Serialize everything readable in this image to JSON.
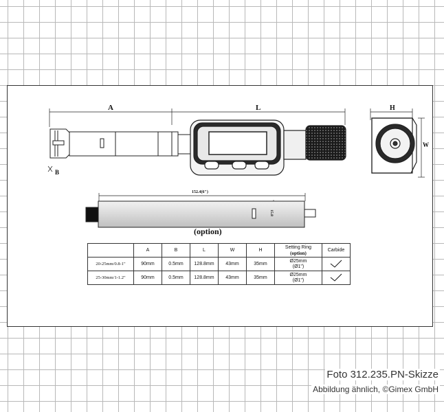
{
  "drawing": {
    "dim_a": "A",
    "dim_l": "L",
    "dim_b": "B",
    "dim_h": "H",
    "dim_w": "W",
    "option_length": "152.4(6\")",
    "option_diameter": "15.8",
    "option_label": "(option)"
  },
  "table": {
    "headers": [
      "",
      "A",
      "B",
      "L",
      "W",
      "H",
      "Setting Ring",
      "Carbide"
    ],
    "setting_ring_note": "(option)",
    "rows": [
      {
        "range": "20-25mm/0.8-1\"",
        "a": "90mm",
        "b": "0.5mm",
        "l": "128.8mm",
        "w": "43mm",
        "h": "35mm",
        "ring": "Ø25mm",
        "ring_inch": "(Ø1\")",
        "carbide": "check"
      },
      {
        "range": "25-30mm/1-1.2\"",
        "a": "90mm",
        "b": "0.5mm",
        "l": "128.8mm",
        "w": "43mm",
        "h": "35mm",
        "ring": "Ø25mm",
        "ring_inch": "(Ø1\")",
        "carbide": "check"
      }
    ]
  },
  "caption": {
    "line1": "Foto 312.235.PN-Skizze",
    "line2": "Abbildung ähnlich, ©Gimex GmbH"
  },
  "colors": {
    "line": "#222222",
    "dark": "#111111",
    "grid": "#b8b8b8"
  }
}
